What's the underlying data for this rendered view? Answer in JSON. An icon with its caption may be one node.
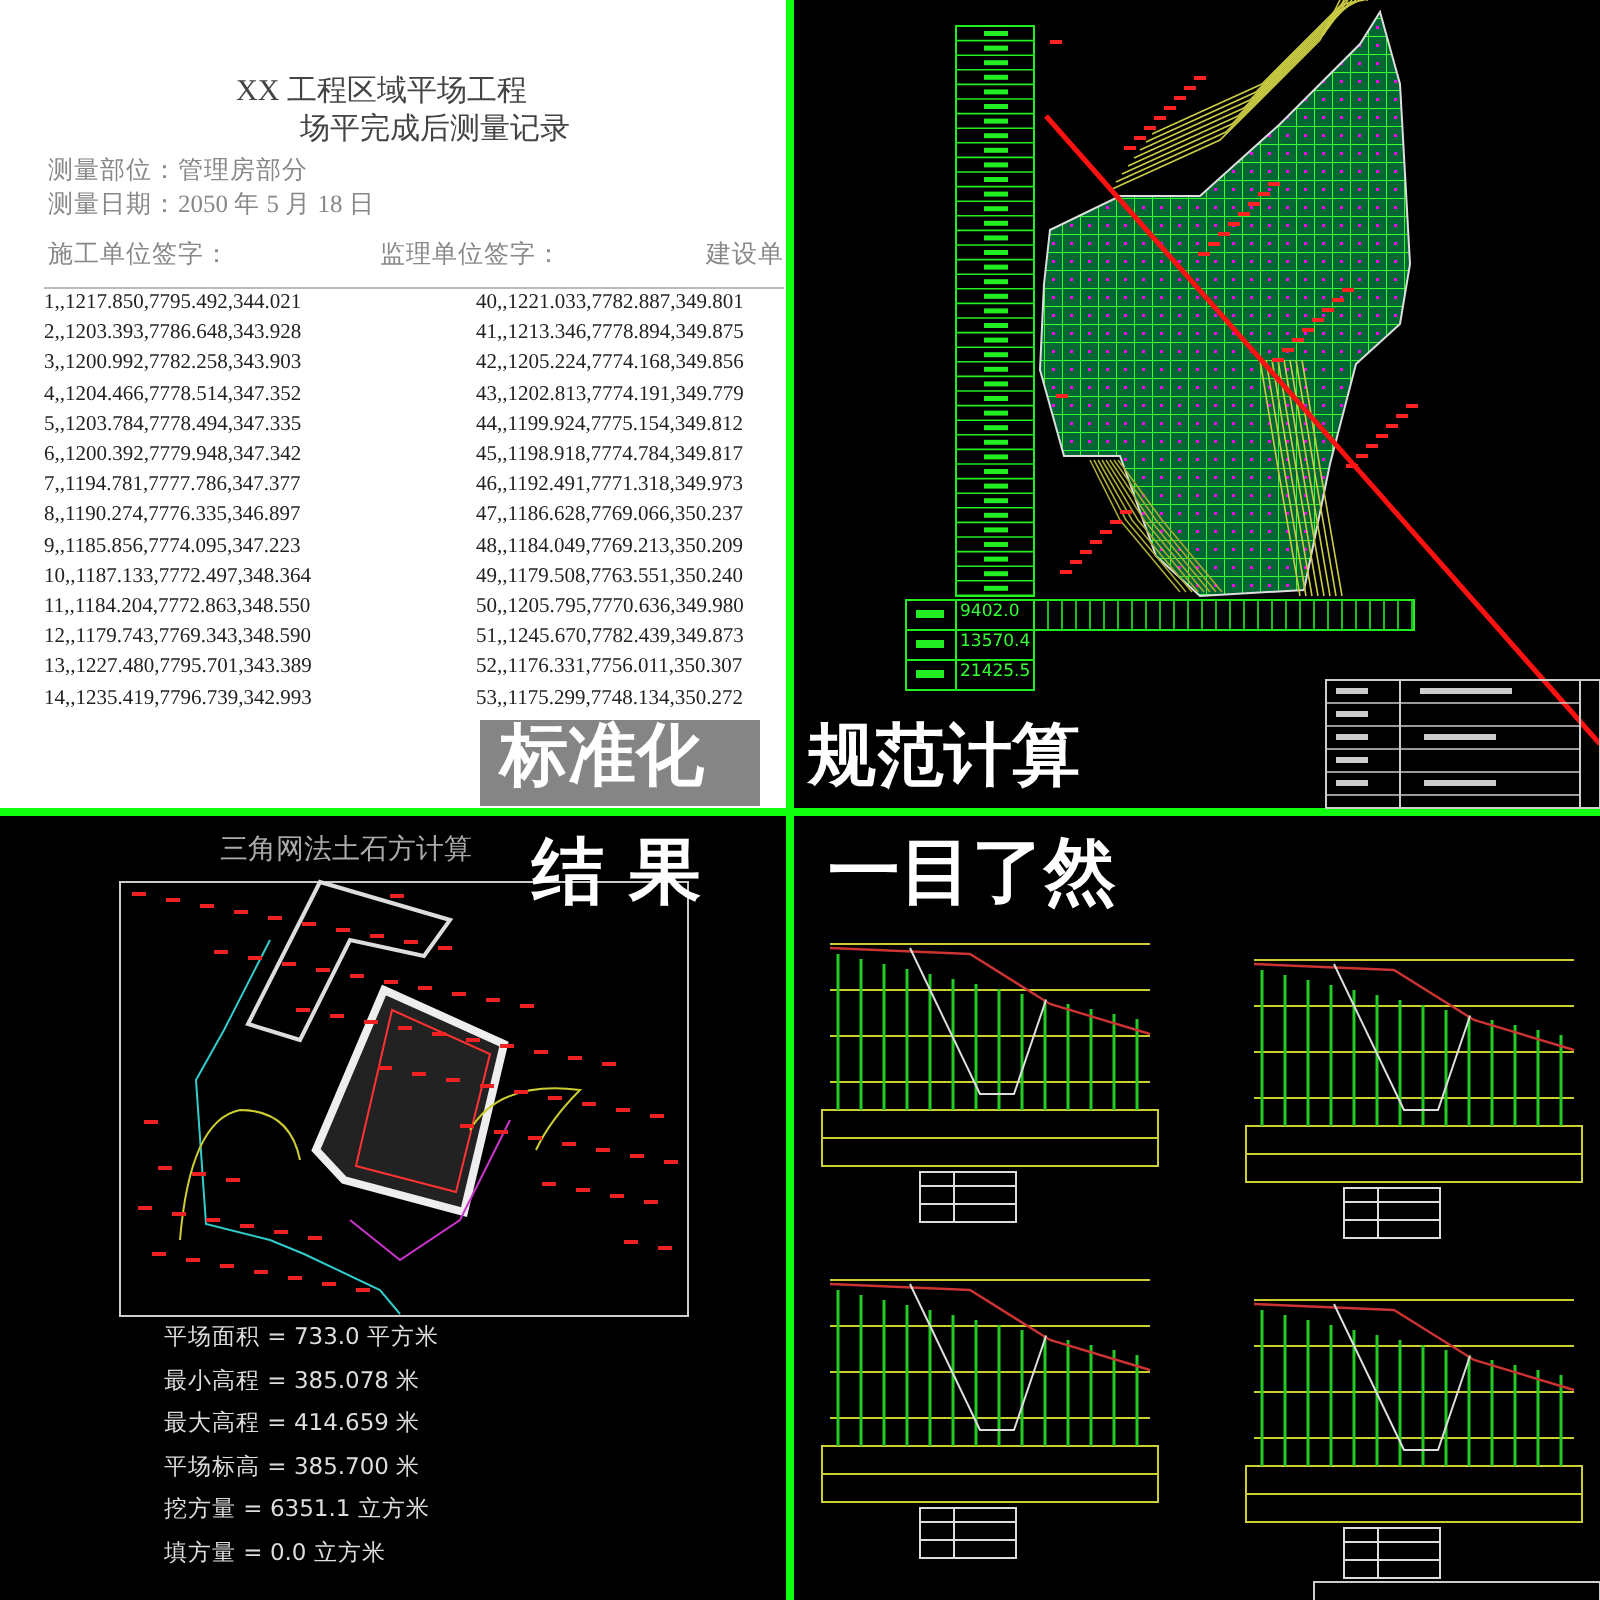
{
  "diagram": {
    "labels": [
      "XX 工程区域平场工程",
      "场平完成后测量记录",
      "测量部位：管理房部分",
      "测量日期：2050 年 5 月 18 日",
      "施工单位签字：",
      "监理单位签字：",
      "建设单",
      "1,,1217.850,7795.492,344.021",
      "40,,1221.033,7782.887,349.801",
      "2,,1203.393,7786.648,343.928",
      "41,,1213.346,7778.894,349.875",
      "3,,1200.992,7782.258,343.903",
      "42,,1205.224,7774.168,349.856",
      "4,,1204.466,7778.514,347.352",
      "43,,1202.813,7774.191,349.779",
      "5,,1203.784,7778.494,347.335",
      "44,,1199.924,7775.154,349.812",
      "6,,1200.392,7779.948,347.342",
      "45,,1198.918,7774.784,349.817",
      "7,,1194.781,7777.786,347.377",
      "46,,1192.491,7771.318,349.973",
      "8,,1190.274,7776.335,346.897",
      "47,,1186.628,7769.066,350.237",
      "9,,1185.856,7774.095,347.223",
      "48,,1184.049,7769.213,350.209",
      "10,,1187.133,7772.497,348.364",
      "49,,1179.508,7763.551,350.240",
      "11,,1184.204,7772.863,348.550",
      "50,,1205.795,7770.636,349.980",
      "12,,1179.743,7769.343,348.590",
      "51,,1245.670,7782.439,349.873",
      "13,,1227.480,7795.701,343.389",
      "52,,1176.331,7756.011,350.307",
      "14,,1235.419,7796.739,342.993",
      "53,,1175.299,7748.134,350.272",
      "9402.0",
      "13570.4",
      "21425.5",
      "标准化",
      "规范计算",
      "结 果",
      "一目了然",
      "三角网法土石方计算",
      "平场面积 = 733.0 平方米",
      "最小高程 = 385.078 米",
      "最大高程 = 414.659 米",
      "平场标高 = 385.700 米",
      "挖方量 = 6351.1 立方米",
      "填方量 = 0.0 立方米"
    ]
  }
}
